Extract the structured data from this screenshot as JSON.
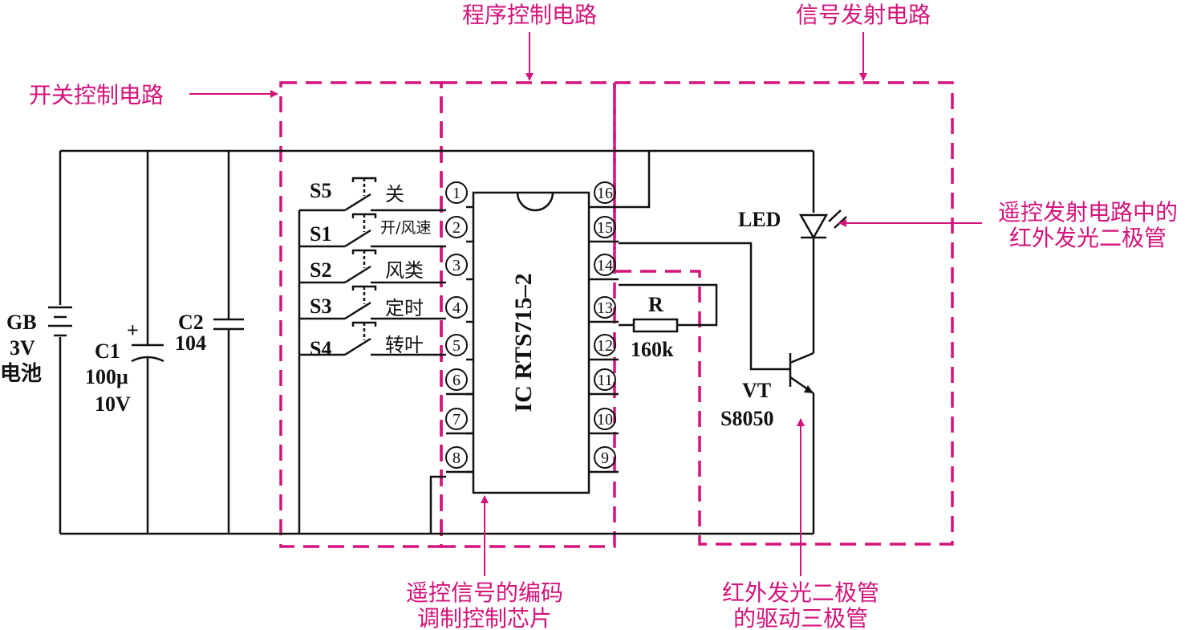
{
  "annotations": {
    "program_control": "程序控制电路",
    "signal_transmit": "信号发射电路",
    "switch_control": "开关控制电路",
    "ir_led_1": "遥控发射电路中的",
    "ir_led_2": "红外发光二极管",
    "chip_1": "遥控信号的编码",
    "chip_2": "调制控制芯片",
    "driver_1": "红外发光二极管",
    "driver_2": "的驱动三极管"
  },
  "battery": {
    "name": "GB",
    "voltage": "3V",
    "type": "电池"
  },
  "c1": {
    "name": "C1",
    "plus": "+",
    "value": "100μ",
    "voltage": "10V"
  },
  "c2": {
    "name": "C2",
    "value": "104"
  },
  "switches": [
    {
      "name": "S5",
      "label": "关"
    },
    {
      "name": "S1",
      "label": "开/风速"
    },
    {
      "name": "S2",
      "label": "风类"
    },
    {
      "name": "S3",
      "label": "定时"
    },
    {
      "name": "S4",
      "label": "转叶"
    }
  ],
  "ic": {
    "label": "IC  RTS715–2"
  },
  "pins_left": [
    "1",
    "2",
    "3",
    "4",
    "5",
    "6",
    "7",
    "8"
  ],
  "pins_right": [
    "16",
    "15",
    "14",
    "13",
    "12",
    "11",
    "10",
    "9"
  ],
  "resistor": {
    "name": "R",
    "value": "160k"
  },
  "led": {
    "name": "LED"
  },
  "transistor": {
    "name": "VT",
    "model": "S8050"
  },
  "colors": {
    "annotation": "#d4137b",
    "wire": "#111111"
  }
}
